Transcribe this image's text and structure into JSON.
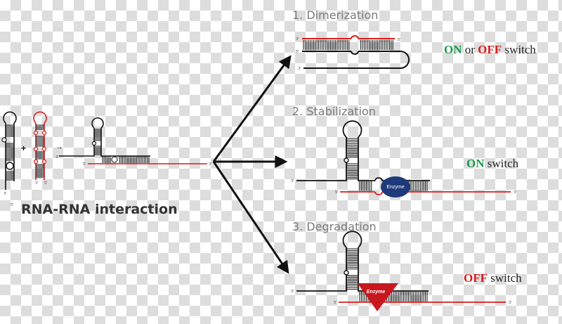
{
  "colors": {
    "strand_black": "#111111",
    "strand_red": "#d91c1c",
    "on_green": "#1a9a4a",
    "off_red": "#d91c1c",
    "enzyme_blue": "#1f3a7a",
    "enzyme_red": "#c8181e",
    "title_gray": "#7a7a7a"
  },
  "main_title": "RNA-RNA interaction",
  "plus_sign": "+",
  "reaction_arrow": "→",
  "ends": {
    "five": "5'",
    "three": "3'"
  },
  "steps": [
    {
      "title": "1. Dimerization",
      "switch": {
        "on": "ON",
        "connector": " or ",
        "off": "OFF",
        "suffix": " switch"
      }
    },
    {
      "title": "2. Stabilization",
      "enzyme_label": "Enzyme",
      "switch": {
        "on": "ON",
        "suffix": " switch"
      }
    },
    {
      "title": "3. Degradation",
      "enzyme_label": "Enzyme",
      "switch": {
        "off": "OFF",
        "suffix": " switch"
      }
    }
  ]
}
